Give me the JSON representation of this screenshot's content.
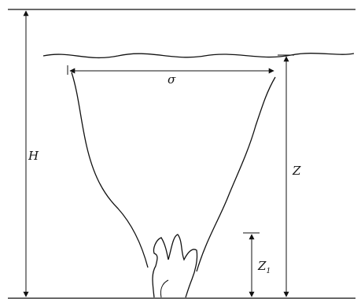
{
  "labels": {
    "sigma": "σ",
    "H": "H",
    "Z": "Z",
    "Z1_main": "Z",
    "Z1_sub": "1"
  }
}
